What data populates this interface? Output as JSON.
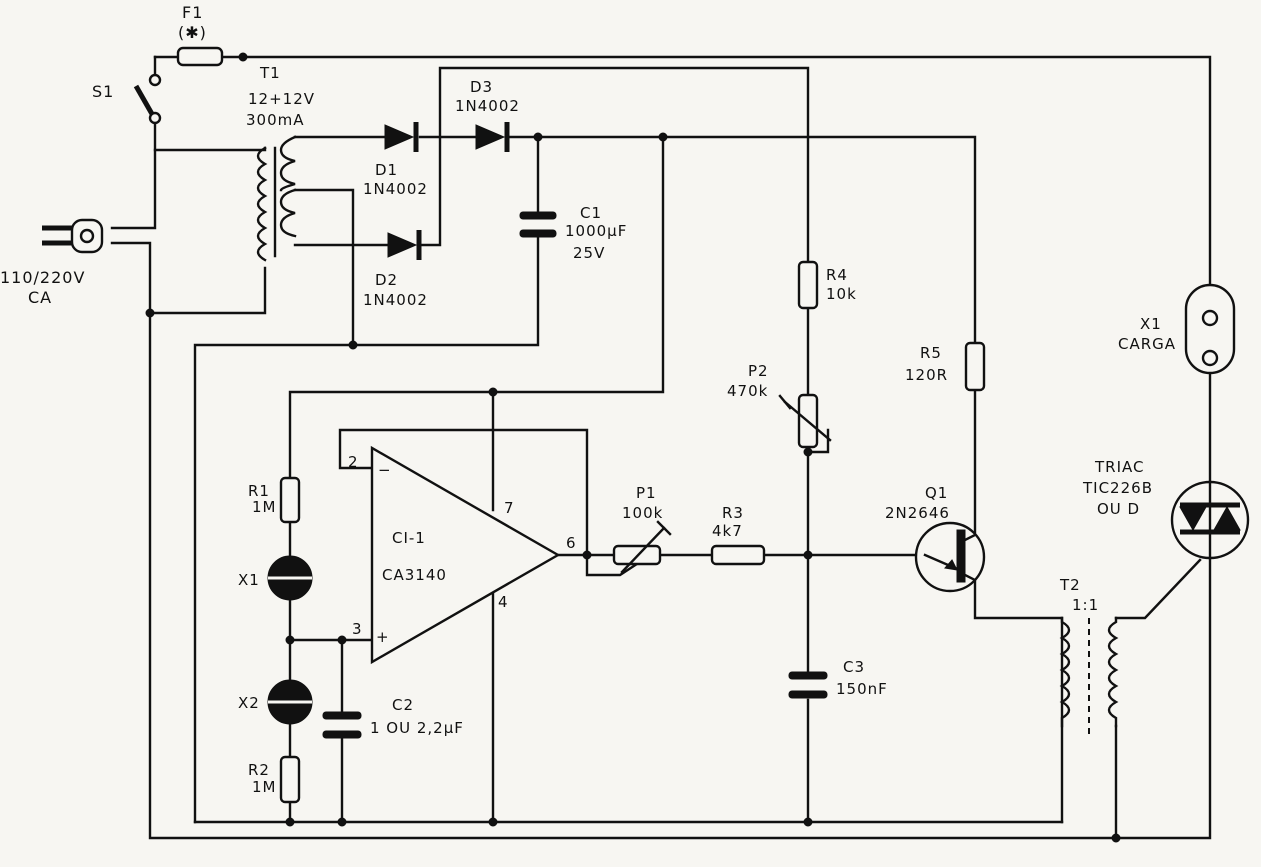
{
  "fuse": {
    "ref": "F1",
    "note": "(✱)"
  },
  "switch": {
    "ref": "S1"
  },
  "mains": {
    "voltage": "110/220V",
    "type": "CA"
  },
  "transformer_t1": {
    "ref": "T1",
    "voltage": "12+12V",
    "current": "300mA"
  },
  "diodes": [
    {
      "ref": "D1",
      "part": "1N4002"
    },
    {
      "ref": "D2",
      "part": "1N4002"
    },
    {
      "ref": "D3",
      "part": "1N4002"
    }
  ],
  "c1": {
    "ref": "C1",
    "value": "1000µF",
    "voltage": "25V"
  },
  "r4": {
    "ref": "R4",
    "value": "10k"
  },
  "p2": {
    "ref": "P2",
    "value": "470k"
  },
  "r5": {
    "ref": "R5",
    "value": "120R"
  },
  "load": {
    "ref": "X1",
    "name": "CARGA"
  },
  "triac": {
    "type": "TRIAC",
    "part": "TIC226B",
    "alt": "OU D"
  },
  "q1": {
    "ref": "Q1",
    "part": "2N2646"
  },
  "ic": {
    "ref": "CI-1",
    "part": "CA3140",
    "pin2": "2",
    "pin3": "3",
    "pin4": "4",
    "pin6": "6",
    "pin7": "7",
    "minus": "−",
    "plus": "+"
  },
  "r1": {
    "ref": "R1",
    "value": "1M"
  },
  "r2": {
    "ref": "R2",
    "value": "1M"
  },
  "sensor_x1": {
    "ref": "X1"
  },
  "sensor_x2": {
    "ref": "X2"
  },
  "c2": {
    "ref": "C2",
    "value": "1 OU 2,2µF"
  },
  "p1": {
    "ref": "P1",
    "value": "100k"
  },
  "r3": {
    "ref": "R3",
    "value": "4k7"
  },
  "c3": {
    "ref": "C3",
    "value": "150nF"
  },
  "t2": {
    "ref": "T2",
    "ratio": "1:1"
  }
}
